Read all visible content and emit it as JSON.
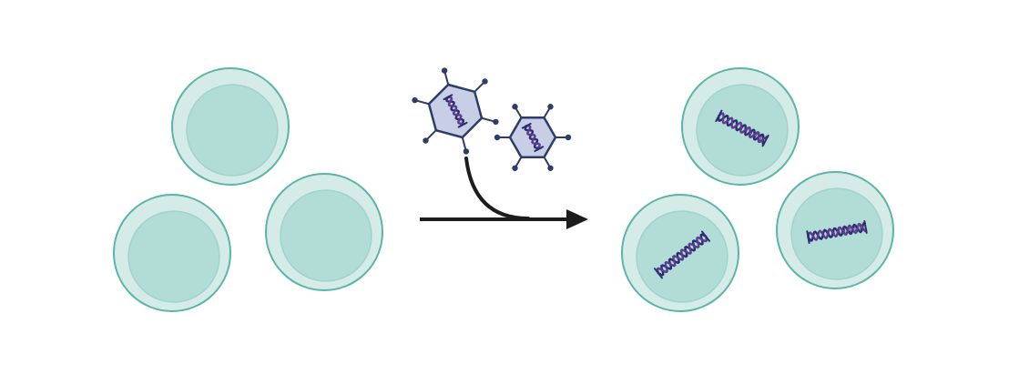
{
  "diagram": {
    "colors": {
      "background": "#ffffff",
      "cell_outer_fill": "#d5ebe8",
      "cell_outline": "#5bb5a6",
      "cell_nucleus_fill": "#b2ddd7",
      "cell_nucleus_outline": "#9fd3cb",
      "virus_fill": "#c7cee6",
      "virus_outline": "#2e3d66",
      "virus_spike": "#2e3d66",
      "dna_strand_a": "#2b2d6e",
      "dna_strand_b": "#5a3d8f",
      "arrow": "#1c1c1c"
    },
    "cells_before": [
      {
        "name": "cell-before-top",
        "has_dna": false
      },
      {
        "name": "cell-before-left",
        "has_dna": false
      },
      {
        "name": "cell-before-right",
        "has_dna": false
      }
    ],
    "viruses": [
      {
        "name": "virus-large",
        "icon": "virus-icon"
      },
      {
        "name": "virus-small",
        "icon": "virus-icon"
      }
    ],
    "cells_after": [
      {
        "name": "cell-after-top",
        "has_dna": true
      },
      {
        "name": "cell-after-left",
        "has_dna": true
      },
      {
        "name": "cell-after-right",
        "has_dna": true
      }
    ],
    "arrow": {
      "icon": "curved-merge-arrow-icon",
      "direction": "right"
    }
  }
}
